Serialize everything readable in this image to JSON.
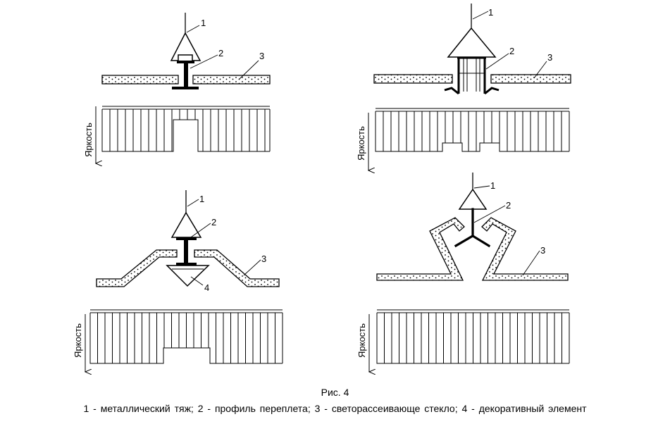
{
  "figure": {
    "title": "Рис. 4",
    "legend": "1 - металлический тяж;  2 - профиль  переплета;  3 - светорассеивающе стекло;  4 - декоративный  элемент"
  },
  "labels": {
    "n1": "1",
    "n2": "2",
    "n3": "3",
    "n4": "4",
    "axis": "Яркость"
  }
}
